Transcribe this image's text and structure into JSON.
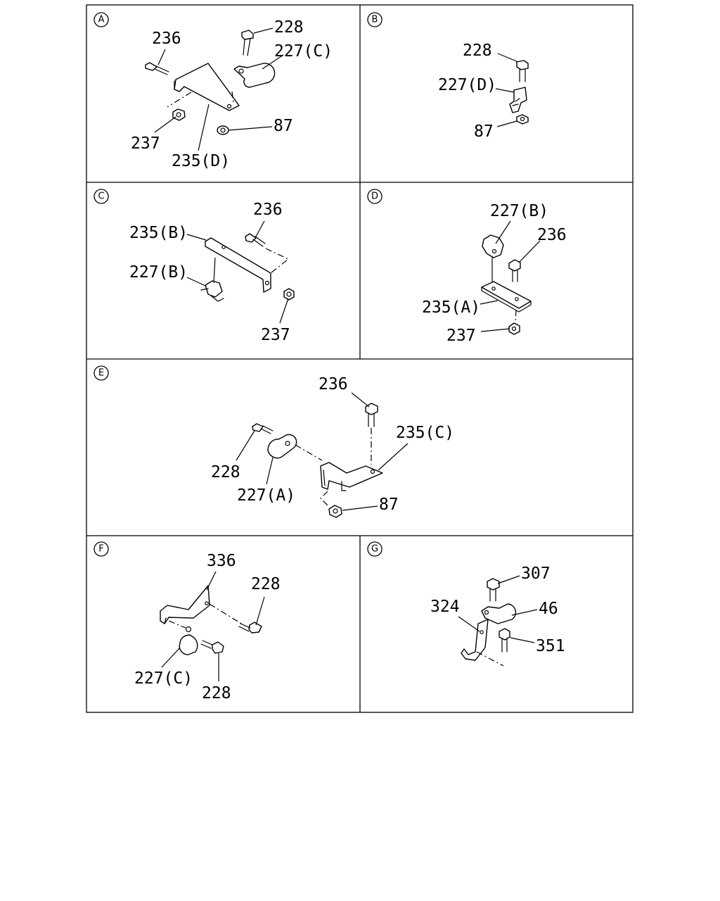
{
  "panels": {
    "a": {
      "badge": "A",
      "labels": {
        "l236": "236",
        "l228": "228",
        "l227c": "227(C)",
        "l87": "87",
        "l237": "237",
        "l235d": "235(D)"
      }
    },
    "b": {
      "badge": "B",
      "labels": {
        "l228": "228",
        "l227d": "227(D)",
        "l87": "87"
      }
    },
    "c": {
      "badge": "C",
      "labels": {
        "l236": "236",
        "l235b": "235(B)",
        "l227b": "227(B)",
        "l237": "237"
      }
    },
    "d": {
      "badge": "D",
      "labels": {
        "l227b": "227(B)",
        "l236": "236",
        "l235a": "235(A)",
        "l237": "237"
      }
    },
    "e": {
      "badge": "E",
      "labels": {
        "l236": "236",
        "l235c": "235(C)",
        "l228": "228",
        "l227a": "227(A)",
        "l87": "87"
      }
    },
    "f": {
      "badge": "F",
      "labels": {
        "l336": "336",
        "l228a": "228",
        "l227c": "227(C)",
        "l228b": "228"
      }
    },
    "g": {
      "badge": "G",
      "labels": {
        "l307": "307",
        "l324": "324",
        "l46": "46",
        "l351": "351"
      }
    }
  }
}
